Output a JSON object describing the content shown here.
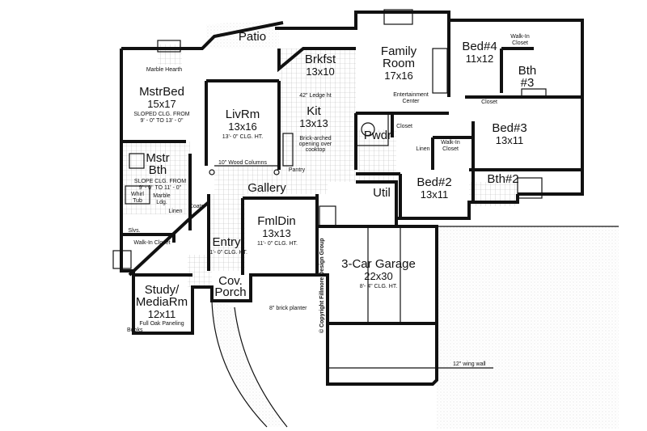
{
  "rooms": {
    "patio": "Patio",
    "mstrbed": {
      "name": "MstrBed",
      "size": "15x17",
      "note1": "SLOPED CLG. FROM",
      "note2": "9' - 0\" TO 13' - 0\""
    },
    "marble_hearth": "Marble Hearth",
    "livrm": {
      "name": "LivRm",
      "size": "13x16",
      "note": "13'- 0\" CLG. HT."
    },
    "brkfst": {
      "name": "Brkfst",
      "size": "13x10"
    },
    "family": {
      "name1": "Family",
      "name2": "Room",
      "size": "17x16"
    },
    "entertainment_center": [
      "Entertainment",
      "Center"
    ],
    "bed4": {
      "name": "Bed#4",
      "size": "11x12"
    },
    "walkin_closet_bed4": [
      "Walk-In",
      "Closet"
    ],
    "bth3": [
      "Bth",
      "#3"
    ],
    "closet_bed4": "Closet",
    "ledge": "42\" Ledge ht",
    "kit": {
      "name": "Kit",
      "size": "13x13",
      "note1": "Brick-arched",
      "note2": "opening over",
      "note3": "cooktop"
    },
    "pwdr": "Pwdr",
    "closet_pwdr": "Closet",
    "bed3": {
      "name": "Bed#3",
      "size": "13x11"
    },
    "linen_hall": "Linen",
    "walkin_closet_bed3": [
      "Walk-In",
      "Closet"
    ],
    "mstrbth": {
      "name1": "Mstr",
      "name2": "Bth",
      "note1": "SLOPE CLG. FROM",
      "note2": "9' - 0\" TO 11' - 0\""
    },
    "wood_columns": "10\" Wood Columns",
    "pantry": "Pantry",
    "gallery": "Gallery",
    "util": "Util",
    "bed2": {
      "name": "Bed#2",
      "size": "13x11"
    },
    "bth2": "Bth#2",
    "whirl_tub": [
      "Whirl",
      "Tub"
    ],
    "marble_ldg": [
      "Marble",
      "Ldg."
    ],
    "linen_mstr": "Linen",
    "coats": "Coats",
    "fmldin": {
      "name": "FmlDin",
      "size": "13x13",
      "note": "11'- 0\" CLG. HT."
    },
    "shelves": "Slvs.",
    "walkin_closet_mstr": "Walk-In Closet",
    "entry": {
      "name": "Entry",
      "note": "11'- 0\" CLG. HT."
    },
    "garage": {
      "name": "3-Car Garage",
      "size": "22x30",
      "note": "8'- 4\" CLG. HT."
    },
    "copyright": "© Copyright Fillmore Design Group",
    "study": {
      "name1": "Study/",
      "name2": "MediaRm",
      "size": "12x11",
      "note": "Full Oak Paneling"
    },
    "books": "Books",
    "cov_porch": [
      "Cov.",
      "Porch"
    ],
    "brick_planter": "8\" brick planter",
    "wing_wall": "12\" wing wall"
  }
}
